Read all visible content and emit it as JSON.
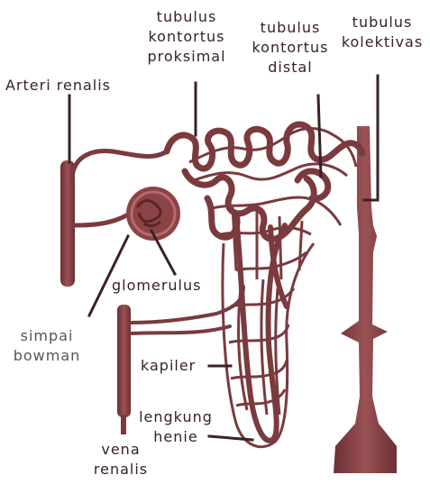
{
  "labels": {
    "arteri_renalis": "Arteri renalis",
    "tubulus_kontortus_proksimal": [
      "tubulus",
      "kontortus",
      "proksimal"
    ],
    "tubulus_kontortus_distal": [
      "tubulus",
      "kontortus",
      "distal"
    ],
    "tubulus_kolektivas": [
      "tubulus",
      "kolektivas"
    ],
    "glomerulus": "glomerulus",
    "simpai_bowman": [
      "simpai",
      "bowman"
    ],
    "kapiler": "kapiler",
    "lengkung_henie": [
      "lengkung",
      "henie"
    ],
    "vena_renalis": [
      "vena",
      "renalis"
    ]
  },
  "colors": {
    "tissue": "#7a3a3e",
    "tissue_light": "#a55a5c",
    "leader_line": "#3a2224",
    "text": "#3a2224",
    "text_gray": "#555555"
  }
}
